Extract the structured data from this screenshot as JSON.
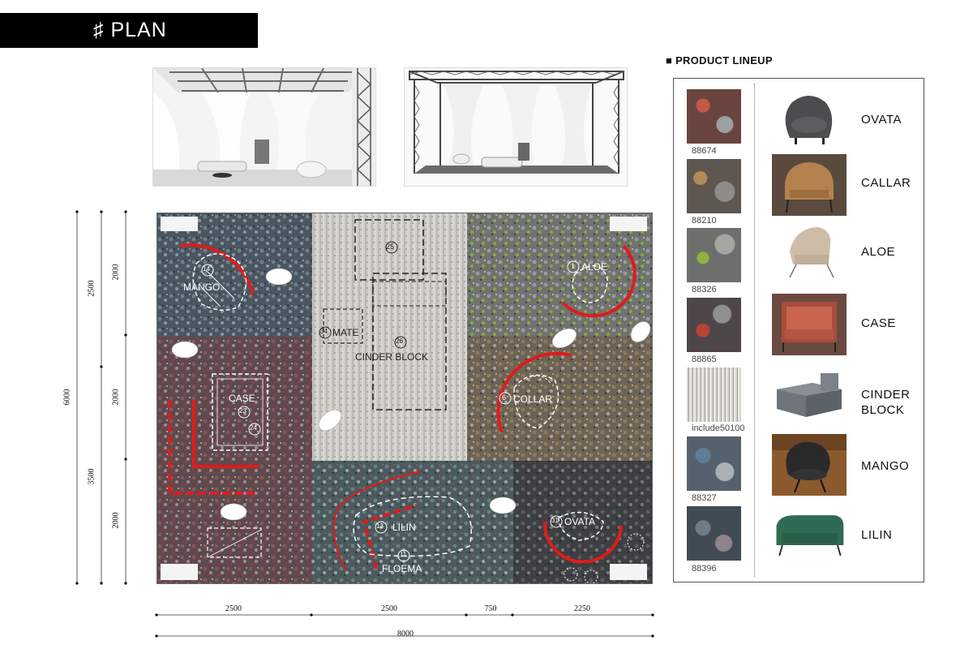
{
  "header": {
    "title": "♯ PLAN"
  },
  "plan_dims": {
    "left": [
      "2500",
      "2000",
      "6000",
      "2000",
      "3500",
      "2000"
    ],
    "bottom": [
      "2500",
      "2500",
      "750",
      "2250",
      "8000"
    ]
  },
  "plan_labels": {
    "mango": "MANGO",
    "mango_num": "14",
    "p25": "25",
    "aloe": "ALOE",
    "aloe_num": "1",
    "mate": "MATE",
    "mate_num": "34",
    "cinder": "CINDER BLOCK",
    "cinder_num": "26",
    "case": "CASE",
    "case_n1": "23",
    "case_n2": "24",
    "collar": "COLLAR",
    "collar_num": "6",
    "lilin": "LILIN",
    "lilin_num": "13",
    "floema": "FLOEMA",
    "floema_num": "11",
    "ovata": "OVATA",
    "ovata_num": "31"
  },
  "lineup": {
    "title": "■ PRODUCT LINEUP",
    "swatches": [
      {
        "code": "88674",
        "color": "#8a3f36"
      },
      {
        "code": "88210",
        "color": "#8b7154"
      },
      {
        "code": "88326",
        "color": "#7f8f50"
      },
      {
        "code": "88865",
        "color": "#7a4a45"
      },
      {
        "code": "include50100",
        "color": "#cfcfca"
      },
      {
        "code": "88327",
        "color": "#6f8497"
      },
      {
        "code": "88396",
        "color": "#4d5a66"
      }
    ],
    "products": [
      {
        "name": "OVATA"
      },
      {
        "name": "CALLAR"
      },
      {
        "name": "ALOE"
      },
      {
        "name": "CASE"
      },
      {
        "name": "CINDER",
        "name2": "BLOCK"
      },
      {
        "name": "MANGO"
      },
      {
        "name": "LILIN"
      }
    ]
  },
  "colors": {
    "accent": "#e01b1b",
    "carpet_dark": "#3f4a52",
    "carpet_light": "#c9c8c2"
  }
}
